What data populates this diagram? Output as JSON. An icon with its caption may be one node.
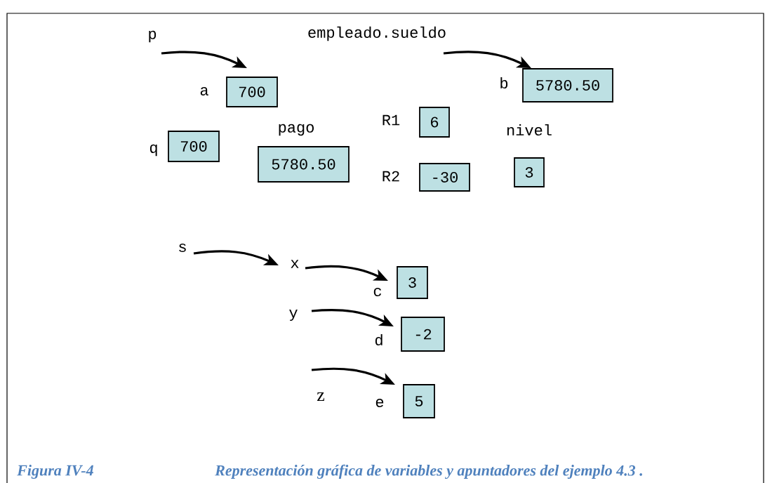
{
  "diagram": {
    "caption": "Representación gráfica de variables y apuntadores del ejemplo 4.3 .",
    "nodes": [
      {
        "text": [
          "p"
        ]
      },
      {
        "text": [
          "empleado.sueldo"
        ]
      },
      {
        "text": [
          "700"
        ],
        "beside": [
          "a"
        ]
      },
      {
        "text": [
          "5780.50"
        ],
        "beside": [
          "b"
        ]
      },
      {
        "text": [
          "700"
        ],
        "beside": [
          "q"
        ]
      },
      {
        "text": [
          "5780.50"
        ],
        "beside": [
          "pago"
        ]
      },
      {
        "text": [
          "6"
        ],
        "beside": [
          "R1"
        ]
      },
      {
        "text": [
          "-30"
        ],
        "beside": [
          "R2"
        ]
      },
      {
        "text": [
          "3"
        ],
        "beside": [
          "nivel"
        ]
      },
      {
        "text": [
          "s"
        ]
      },
      {
        "text": [
          "x"
        ]
      },
      {
        "text": [
          "3"
        ],
        "beside": [
          "c"
        ]
      },
      {
        "text": [
          "y"
        ]
      },
      {
        "text": [
          "-2"
        ],
        "beside": [
          "d"
        ]
      },
      {
        "text": [
          "z"
        ]
      },
      {
        "text": [
          "5"
        ],
        "beside": [
          "e"
        ]
      }
    ],
    "edges": [
      {
        "from": 0,
        "to": 2,
        "arrow": "to"
      },
      {
        "from": 1,
        "to": 3,
        "arrow": "to"
      },
      {
        "from": 9,
        "to": 10,
        "arrow": "to"
      },
      {
        "from": 10,
        "to": 11,
        "arrow": "to"
      },
      {
        "from": 12,
        "to": 13,
        "arrow": "to"
      },
      {
        "from": 14,
        "to": 15,
        "arrow": "to"
      }
    ],
    "labels": [
      "Figura IV-4"
    ]
  }
}
